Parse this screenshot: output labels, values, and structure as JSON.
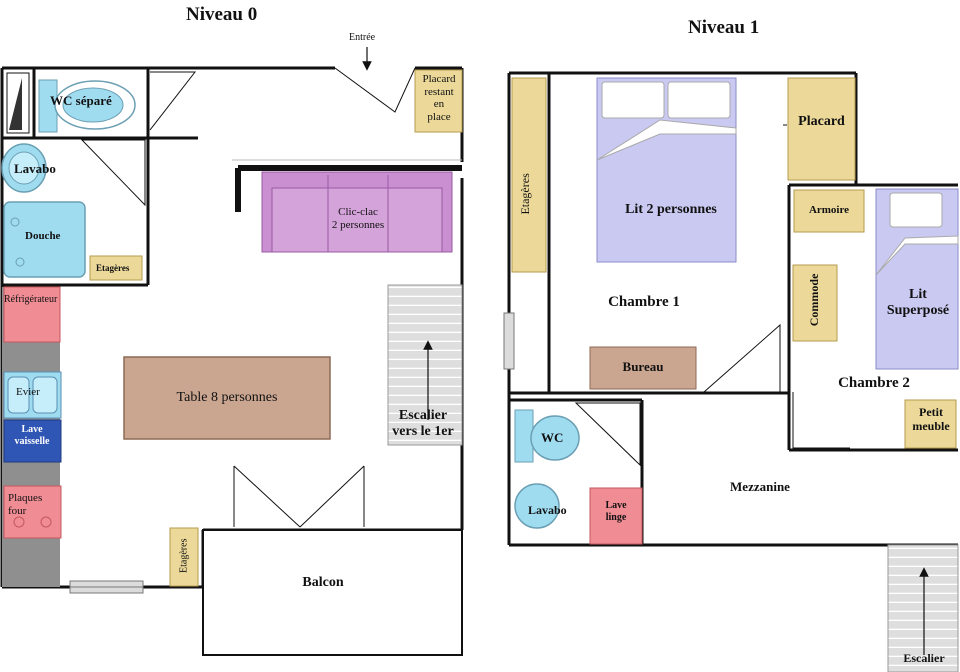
{
  "levels": {
    "ground": {
      "title": "Niveau 0",
      "labels": {
        "entrance": "Entrée",
        "cupboard_line1": "Placard",
        "cupboard_line2": "restant",
        "cupboard_line3": "en",
        "cupboard_line4": "place",
        "wc": "WC séparé",
        "washbasin": "Lavabo",
        "shower": "Douche",
        "shelves_bath": "Etagères",
        "fridge": "Réfrigérateur",
        "sink": "Evier",
        "dishwasher_line1": "Lave",
        "dishwasher_line2": "vaisselle",
        "hob_line1": "Plaques",
        "hob_line2": "four",
        "sofa_line1": "Clic-clac",
        "sofa_line2": "2 personnes",
        "table": "Table 8 personnes",
        "stairs_line1": "Escalier",
        "stairs_line2": "vers le 1er",
        "shelves_living": "Etagères",
        "balcony": "Balcon"
      }
    },
    "first": {
      "title": "Niveau 1",
      "labels": {
        "shelves": "Etagères",
        "double_bed": "Lit 2 personnes",
        "cupboard": "Placard",
        "wardrobe": "Armoire",
        "bedroom1": "Chambre 1",
        "chest": "Commode",
        "bunk_line1": "Lit",
        "bunk_line2": "Superposé",
        "desk": "Bureau",
        "bedroom2": "Chambre 2",
        "small_furniture_line1": "Petit",
        "small_furniture_line2": "meuble",
        "wc": "WC",
        "washbasin": "Lavabo",
        "washing_machine_line1": "Lave",
        "washing_machine_line2": "linge",
        "mezzanine": "Mezzanine",
        "stairs": "Escalier"
      }
    }
  },
  "colors": {
    "wall": "#111111",
    "bed": "#c9c9f2",
    "sofa": "#c98fd0",
    "table": "#caa590",
    "desk": "#caa590",
    "shelf": "#ecd99a",
    "fridge": "#f08c94",
    "appliance_blue": "#9fdcf0",
    "dishwasher": "#2f56b5",
    "counter": "#8f8f8f",
    "stairs": "#d9d9d9"
  },
  "icons": [
    "wc-icon",
    "washbasin-icon",
    "sink-icon",
    "hob-icon",
    "door-swing-icon",
    "stairs-arrow-icon",
    "window-icon"
  ]
}
